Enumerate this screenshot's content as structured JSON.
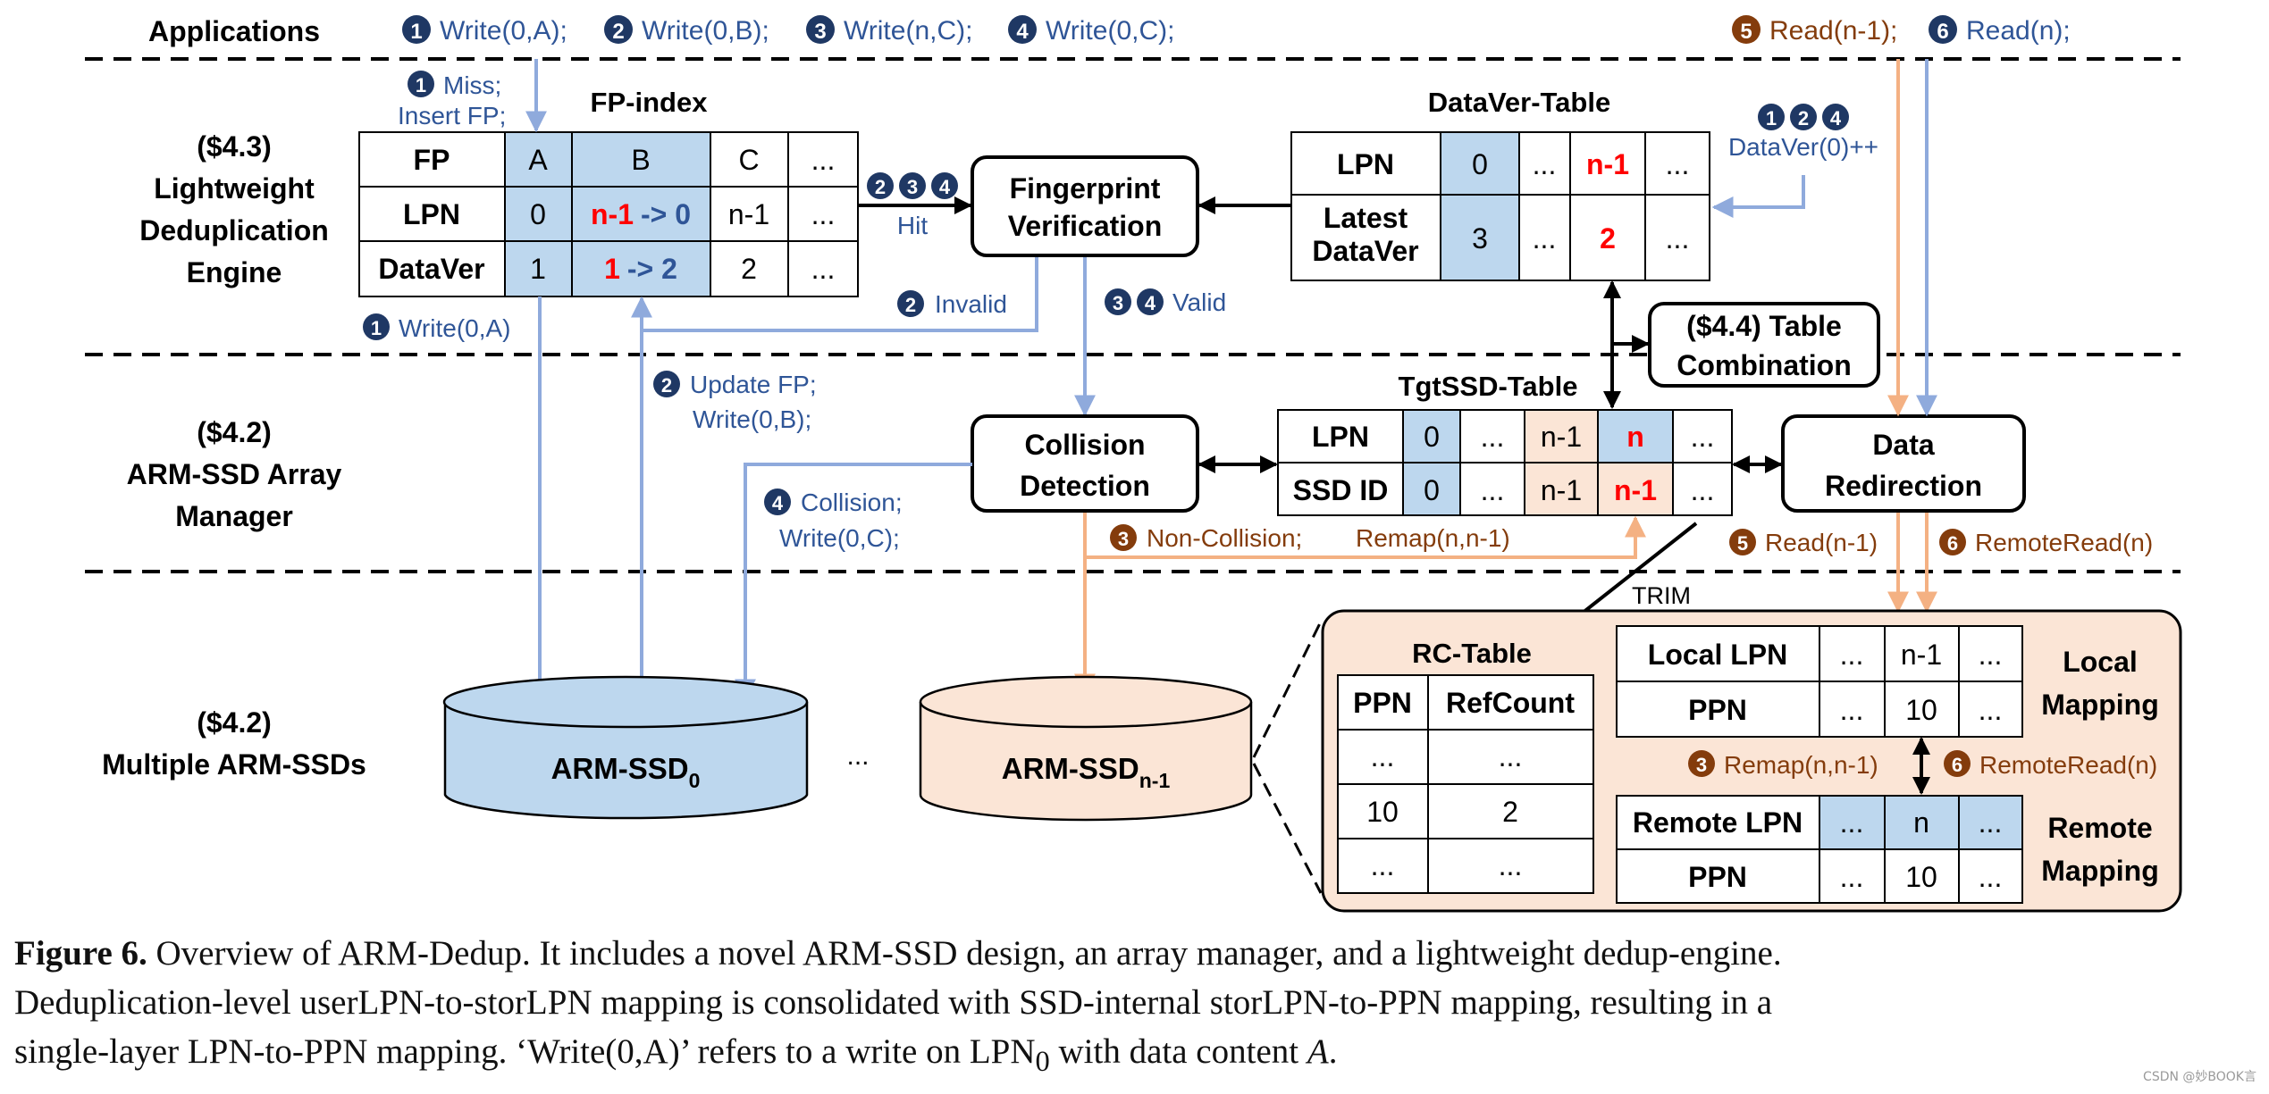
{
  "colors": {
    "blue_text": "#2f5597",
    "orange_text": "#843c0c",
    "blue_arrow": "#8faadc",
    "orange_arrow": "#f4b183",
    "blue_fill": "#bdd7ee",
    "orange_fill": "#fbe5d6",
    "red": "#ff0000",
    "circle_blue": "#1f3864",
    "circle_orange": "#843c0c"
  },
  "layers": {
    "applications": "Applications",
    "dedup_engine": [
      "($4.3)",
      "Lightweight",
      "Deduplication",
      "Engine"
    ],
    "array_manager": [
      "($4.2)",
      "ARM-SSD Array",
      "Manager"
    ],
    "multiple_ssds": [
      "($4.2)",
      "Multiple ARM-SSDs"
    ]
  },
  "requests": {
    "w1": "Write(0,A);",
    "w2": "Write(0,B);",
    "w3": "Write(n,C);",
    "w4": "Write(0,C);",
    "r5": "Read(n-1);",
    "r6": "Read(n);"
  },
  "steps": {
    "n1": "1",
    "n2": "2",
    "n3": "3",
    "n4": "4",
    "n5": "5",
    "n6": "6"
  },
  "fp_index": {
    "title": "FP-index",
    "rows": [
      {
        "label": "FP",
        "cells": [
          "A",
          "B",
          "C",
          "..."
        ]
      },
      {
        "label": "LPN",
        "cells": [
          "0",
          "",
          "n-1",
          "..."
        ]
      },
      {
        "label": "DataVer",
        "cells": [
          "1",
          "",
          "2",
          "..."
        ]
      }
    ],
    "lpn_b_old": "n-1",
    "lpn_b_new": "-> 0",
    "ver_b_old": "1",
    "ver_b_new": "-> 2"
  },
  "dataver_table": {
    "title": "DataVer-Table",
    "lpn_label": "LPN",
    "ver_label": [
      "Latest",
      "DataVer"
    ],
    "lpn_cells": [
      "0",
      "...",
      "n-1",
      "..."
    ],
    "ver_cells": [
      "3",
      "...",
      "2",
      "..."
    ],
    "update_label": "DataVer(0)++"
  },
  "tgtssd_table": {
    "title": "TgtSSD-Table",
    "lpn_label": "LPN",
    "ssd_label": "SSD ID",
    "lpn_cells": [
      "0",
      "...",
      "n-1",
      "n",
      "..."
    ],
    "ssd_cells": [
      "0",
      "...",
      "n-1",
      "n-1",
      "..."
    ]
  },
  "boxes": {
    "fp_verify": [
      "Fingerprint",
      "Verification"
    ],
    "table_comb": [
      "($4.4) Table",
      "Combination"
    ],
    "collision": [
      "Collision",
      "Detection"
    ],
    "redirect": [
      "Data",
      "Redirection"
    ]
  },
  "labels": {
    "miss": "Miss;",
    "insert_fp": "Insert FP;",
    "hit": "Hit",
    "invalid": "Invalid",
    "valid": "Valid",
    "write0a": "Write(0,A)",
    "update_fp": "Update FP;",
    "write0b": "Write(0,B);",
    "collision": "Collision;",
    "write0c": "Write(0,C);",
    "non_collision": "Non-Collision;",
    "remap": "Remap(n,n-1)",
    "read_n1": "Read(n-1)",
    "remote_read": "RemoteRead(n)",
    "trim": "TRIM",
    "remap_mid": "Remap(n,n-1)",
    "remote_read_mid": "RemoteRead(n)"
  },
  "ssds": {
    "ssd0": "ARM-SSD",
    "ssd0_sub": "0",
    "ellipsis": "...",
    "ssdn": "ARM-SSD",
    "ssdn_sub": "n-1"
  },
  "rc_table": {
    "title": "RC-Table",
    "headers": [
      "PPN",
      "RefCount"
    ],
    "rows": [
      [
        "...",
        "..."
      ],
      [
        "10",
        "2"
      ],
      [
        "...",
        "..."
      ]
    ]
  },
  "local_mapping": {
    "label": [
      "Local",
      "Mapping"
    ],
    "lpn_label": "Local LPN",
    "ppn_label": "PPN",
    "lpn_cells": [
      "...",
      "n-1",
      "..."
    ],
    "ppn_cells": [
      "...",
      "10",
      "..."
    ]
  },
  "remote_mapping": {
    "label": [
      "Remote",
      "Mapping"
    ],
    "lpn_label": "Remote LPN",
    "ppn_label": "PPN",
    "lpn_cells": [
      "...",
      "n",
      "..."
    ],
    "ppn_cells": [
      "...",
      "10",
      "..."
    ]
  },
  "caption": {
    "fig_label": "Figure 6.",
    "line1": " Overview of ARM-Dedup. It includes a novel ARM-SSD design, an array manager, and a lightweight dedup-engine.",
    "line2": "Deduplication-level userLPN-to-storLPN mapping is consolidated with SSD-internal storLPN-to-PPN mapping, resulting in a",
    "line3a": "single-layer LPN-to-PPN mapping. ‘Write(0,A)’ refers to a write on LPN",
    "line3sub": "0",
    "line3b": " with data content ",
    "line3c": "A",
    "line3d": "."
  },
  "watermark": "CSDN @妙BOOK言"
}
